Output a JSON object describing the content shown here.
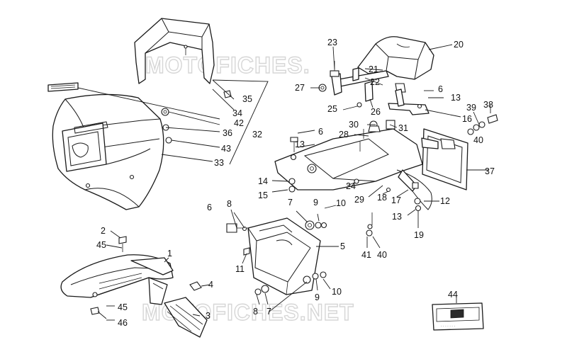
{
  "watermarks": [
    "MOTOFICHES.",
    "MOTOFICHES.NET"
  ],
  "callouts": {
    "c1": "1",
    "c2": "2",
    "c3": "3",
    "c4": "4",
    "c5": "5",
    "c6a": "6",
    "c6b": "6",
    "c6c": "6",
    "c7a": "7",
    "c7b": "7",
    "c8a": "8",
    "c8b": "8",
    "c9a": "9",
    "c9b": "9",
    "c10a": "10",
    "c10b": "10",
    "c11": "11",
    "c12": "12",
    "c13a": "13",
    "c13b": "13",
    "c13c": "13",
    "c14": "14",
    "c15": "15",
    "c16": "16",
    "c17": "17",
    "c18": "18",
    "c19": "19",
    "c20": "20",
    "c21": "21",
    "c22": "22",
    "c23": "23",
    "c24": "24",
    "c25": "25",
    "c26": "26",
    "c27": "27",
    "c28": "28",
    "c29": "29",
    "c30": "30",
    "c31": "31",
    "c32": "32",
    "c33": "33",
    "c34": "34",
    "c35": "35",
    "c36": "36",
    "c37": "37",
    "c38": "38",
    "c39": "39",
    "c40a": "40",
    "c40b": "40",
    "c41": "41",
    "c42": "42",
    "c43": "43",
    "c44": "44",
    "c45a": "45",
    "c45b": "45",
    "c46": "46"
  },
  "colors": {
    "ink": "#1a1a1a",
    "watermark": "#d6d6d6",
    "paper": "#ffffff"
  }
}
